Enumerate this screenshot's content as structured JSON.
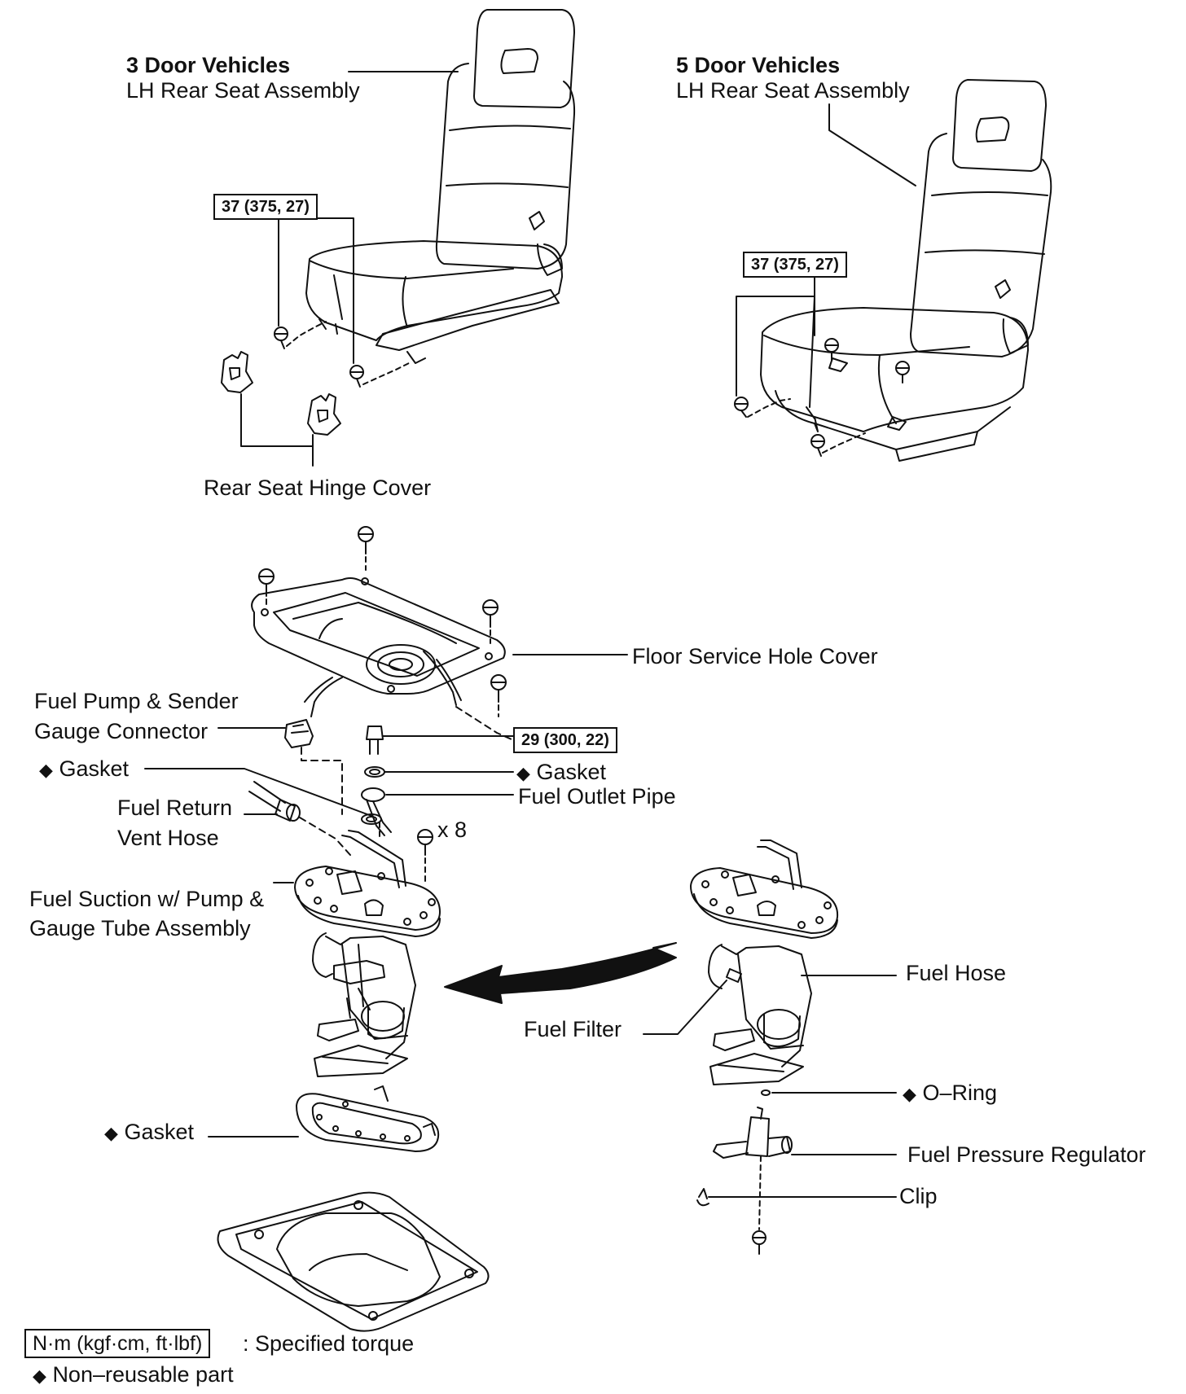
{
  "seat_3door": {
    "title": "3 Door Vehicles",
    "subtitle": "LH Rear Seat Assembly",
    "torque": "37 (375, 27)",
    "hinge_cover": "Rear Seat Hinge Cover"
  },
  "seat_5door": {
    "title": "5 Door Vehicles",
    "subtitle": "LH Rear Seat Assembly",
    "torque": "37 (375, 27)"
  },
  "pump": {
    "floor_cover": "Floor Service Hole Cover",
    "connector_line1": "Fuel Pump & Sender",
    "connector_line2": "Gauge Connector",
    "torque_outlet": "29 (300, 22)",
    "gasket_left": "Gasket",
    "gasket_right": "Gasket",
    "outlet_pipe": "Fuel Outlet Pipe",
    "return_line1": "Fuel Return",
    "return_line2": "Vent Hose",
    "bolt_count": "x 8",
    "suction_line1": "Fuel Suction w/ Pump &",
    "suction_line2": "Gauge Tube Assembly",
    "gasket_bottom": "Gasket"
  },
  "detail": {
    "fuel_hose": "Fuel Hose",
    "fuel_filter": "Fuel Filter",
    "o_ring": "O–Ring",
    "regulator": "Fuel Pressure Regulator",
    "clip": "Clip"
  },
  "legend": {
    "torque_unit": "N·m (kgf·cm, ft·lbf)",
    "torque_desc": ": Specified torque",
    "nonreusable": "Non–reusable part"
  },
  "symbols": {
    "diamond": "◆"
  }
}
